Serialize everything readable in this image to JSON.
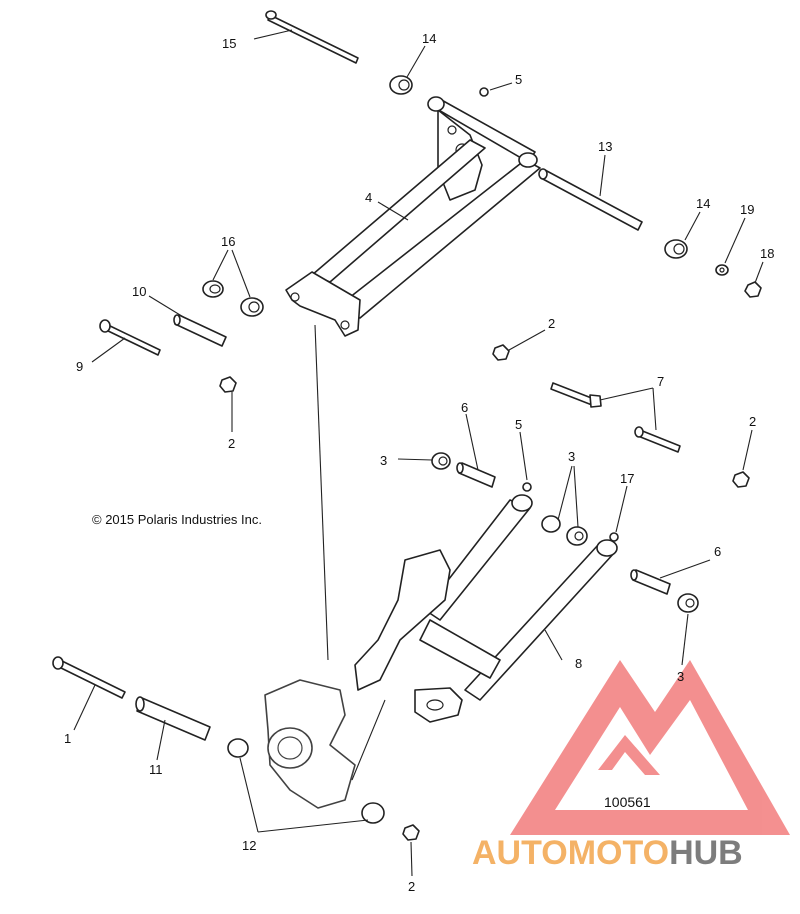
{
  "diagram": {
    "copyright": "© 2015 Polaris Industries Inc.",
    "document_number": "100561",
    "callouts": [
      {
        "id": "c15",
        "text": "15"
      },
      {
        "id": "c14a",
        "text": "14"
      },
      {
        "id": "c5a",
        "text": "5"
      },
      {
        "id": "c13",
        "text": "13"
      },
      {
        "id": "c4",
        "text": "4"
      },
      {
        "id": "c14b",
        "text": "14"
      },
      {
        "id": "c19",
        "text": "19"
      },
      {
        "id": "c18",
        "text": "18"
      },
      {
        "id": "c16",
        "text": "16"
      },
      {
        "id": "c10",
        "text": "10"
      },
      {
        "id": "c9",
        "text": "9"
      },
      {
        "id": "c2a",
        "text": "2"
      },
      {
        "id": "c2b",
        "text": "2"
      },
      {
        "id": "c7",
        "text": "7"
      },
      {
        "id": "c2c",
        "text": "2"
      },
      {
        "id": "c6a",
        "text": "6"
      },
      {
        "id": "c5b",
        "text": "5"
      },
      {
        "id": "c3a",
        "text": "3"
      },
      {
        "id": "c3b",
        "text": "3"
      },
      {
        "id": "c17",
        "text": "17"
      },
      {
        "id": "c6b",
        "text": "6"
      },
      {
        "id": "c3c",
        "text": "3"
      },
      {
        "id": "c8",
        "text": "8"
      },
      {
        "id": "c1",
        "text": "1"
      },
      {
        "id": "c11",
        "text": "11"
      },
      {
        "id": "c12",
        "text": "12"
      },
      {
        "id": "c2d",
        "text": "2"
      }
    ]
  },
  "watermark": {
    "text_part1": "AUTOMOTO",
    "text_part2": "HUB",
    "colors": {
      "triangle": "#f27c7c",
      "text_part1": "#f4b266",
      "text_part2": "#7d7d7d"
    }
  }
}
